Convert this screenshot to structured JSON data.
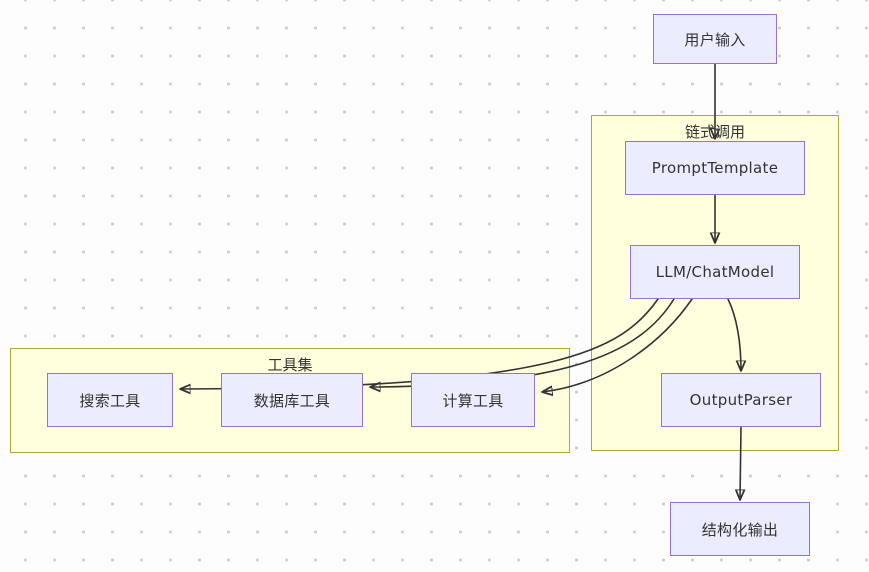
{
  "diagram": {
    "groups": {
      "chain": {
        "label": "链式调用"
      },
      "tools": {
        "label": "工具集"
      }
    },
    "nodes": {
      "user_input": {
        "label": "用户输入"
      },
      "prompt_template": {
        "label": "PromptTemplate"
      },
      "llm": {
        "label": "LLM/ChatModel"
      },
      "output_parser": {
        "label": "OutputParser"
      },
      "structured_output": {
        "label": "结构化输出"
      },
      "search_tool": {
        "label": "搜索工具"
      },
      "db_tool": {
        "label": "数据库工具"
      },
      "calc_tool": {
        "label": "计算工具"
      }
    },
    "edges": [
      {
        "from": "user_input",
        "to": "prompt_template"
      },
      {
        "from": "prompt_template",
        "to": "llm"
      },
      {
        "from": "llm",
        "to": "output_parser"
      },
      {
        "from": "llm",
        "to": "calc_tool"
      },
      {
        "from": "llm",
        "to": "db_tool"
      },
      {
        "from": "llm",
        "to": "search_tool"
      },
      {
        "from": "output_parser",
        "to": "structured_output"
      }
    ],
    "colors": {
      "node_fill": "#ECECFF",
      "node_border": "#9370DB",
      "group_fill": "#FFFFDE",
      "group_border": "#AAAA33",
      "edge": "#333333",
      "text": "#333333",
      "background": "#fdfdfd",
      "background_dot": "#cfcfcf"
    }
  }
}
